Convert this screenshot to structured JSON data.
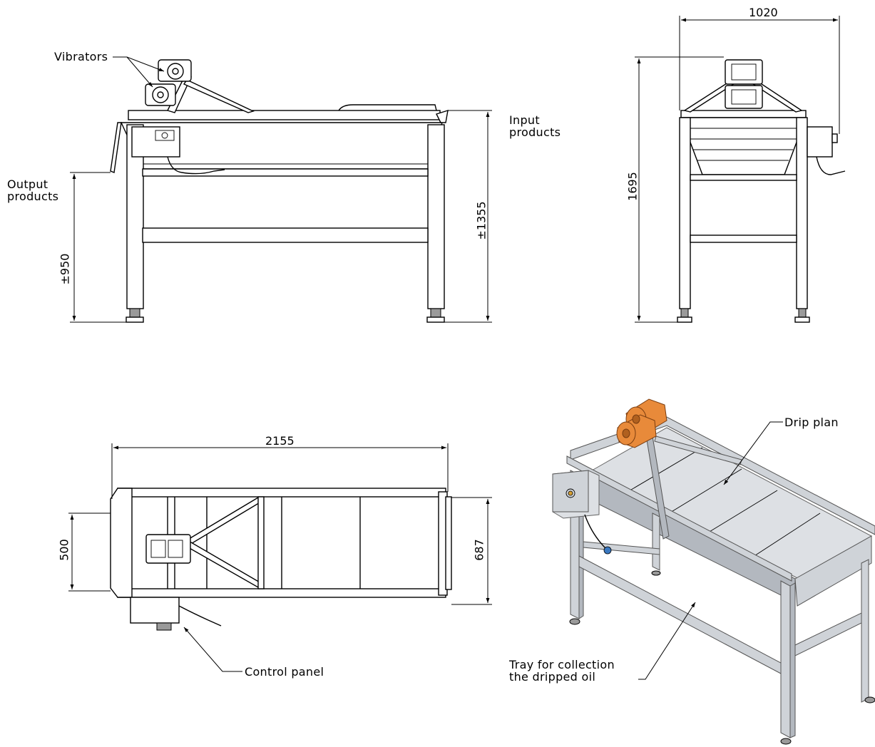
{
  "labels": {
    "vibrators": "Vibrators",
    "input_products_1": "Input",
    "input_products_2": "products",
    "output_products_1": "Output",
    "output_products_2": "products",
    "drip_plan": "Drip plan",
    "tray_1": "Tray for collection",
    "tray_2": "the dripped oil",
    "control_panel": "Control panel"
  },
  "dimensions": {
    "width_side": "1020",
    "height_front": "1695",
    "height_total": "±1355",
    "height_output": "±950",
    "length": "2155",
    "width_inner": "500",
    "width_outer": "687"
  },
  "colors": {
    "line": "#000000",
    "steel": "#cfd3d8",
    "vibrator": "#e88a3a"
  }
}
